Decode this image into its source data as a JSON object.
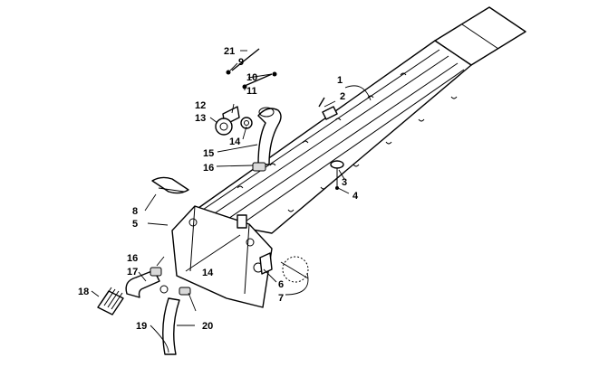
{
  "diagram": {
    "callouts": [
      {
        "id": "c1",
        "label": "1"
      },
      {
        "id": "c2",
        "label": "2"
      },
      {
        "id": "c3",
        "label": "3"
      },
      {
        "id": "c4",
        "label": "4"
      },
      {
        "id": "c5",
        "label": "5"
      },
      {
        "id": "c6",
        "label": "6"
      },
      {
        "id": "c7",
        "label": "7"
      },
      {
        "id": "c8",
        "label": "8"
      },
      {
        "id": "c9",
        "label": "9"
      },
      {
        "id": "c10",
        "label": "10"
      },
      {
        "id": "c11",
        "label": "11"
      },
      {
        "id": "c12",
        "label": "12"
      },
      {
        "id": "c13",
        "label": "13"
      },
      {
        "id": "c14a",
        "label": "14"
      },
      {
        "id": "c14b",
        "label": "14"
      },
      {
        "id": "c15",
        "label": "15"
      },
      {
        "id": "c16a",
        "label": "16"
      },
      {
        "id": "c16b",
        "label": "16"
      },
      {
        "id": "c17",
        "label": "17"
      },
      {
        "id": "c18",
        "label": "18"
      },
      {
        "id": "c19",
        "label": "19"
      },
      {
        "id": "c20",
        "label": "20"
      },
      {
        "id": "c21",
        "label": "21"
      }
    ]
  }
}
